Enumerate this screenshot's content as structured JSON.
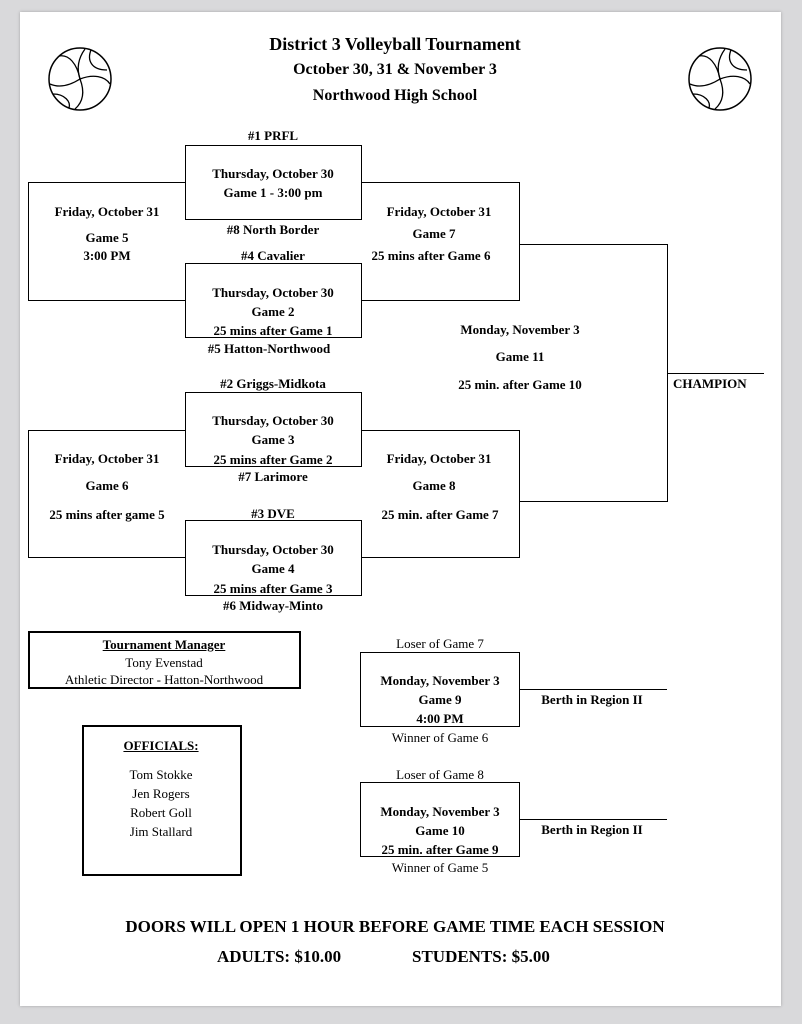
{
  "header": {
    "title": "District 3 Volleyball Tournament",
    "dates": "October 30, 31 & November 3",
    "location": "Northwood High School"
  },
  "teams": {
    "seed1": "#1 PRFL",
    "seed8": "#8 North Border",
    "seed4": "#4 Cavalier",
    "seed5": "#5 Hatton-Northwood",
    "seed2": "#2 Griggs-Midkota",
    "seed7": "#7 Larimore",
    "seed3": "#3 DVE",
    "seed6": "#6 Midway-Minto"
  },
  "game1": {
    "day": "Thursday, October 30",
    "game": "Game 1 - 3:00 pm"
  },
  "game2": {
    "day": "Thursday, October 30",
    "game": "Game 2",
    "time": "25 mins after Game 1"
  },
  "game3": {
    "day": "Thursday, October 30",
    "game": "Game 3",
    "time": "25 mins after Game 2"
  },
  "game4": {
    "day": "Thursday, October 30",
    "game": "Game 4",
    "time": "25 mins after Game 3"
  },
  "game5": {
    "day": "Friday, October 31",
    "game": "Game 5",
    "time": "3:00 PM"
  },
  "game6": {
    "day": "Friday, October 31",
    "game": "Game 6",
    "time": "25 mins after game 5"
  },
  "game7": {
    "day": "Friday, October 31",
    "game": "Game 7",
    "time": "25 mins after Game 6"
  },
  "game8": {
    "day": "Friday, October 31",
    "game": "Game 8",
    "time": "25 min. after Game 7"
  },
  "game11": {
    "day": "Monday, November 3",
    "game": "Game 11",
    "time": "25 min. after Game 10"
  },
  "champion": "CHAMPION",
  "game9": {
    "top": "Loser of Game 7",
    "day": "Monday, November 3",
    "game": "Game 9",
    "time": "4:00 PM",
    "bottom": "Winner of Game 6",
    "result": "Berth in Region II"
  },
  "game10": {
    "top": "Loser of Game 8",
    "day": "Monday, November 3",
    "game": "Game 10",
    "time": "25 min. after Game 9",
    "bottom": "Winner of Game 5",
    "result": "Berth in Region II"
  },
  "manager": {
    "heading": "Tournament Manager",
    "name": "Tony Evenstad",
    "role": "Athletic Director - Hatton-Northwood"
  },
  "officials": {
    "heading": "OFFICIALS:",
    "names": [
      "Tom Stokke",
      "Jen Rogers",
      "Robert Goll",
      "Jim Stallard"
    ]
  },
  "footer": {
    "doors": "DOORS WILL OPEN 1 HOUR BEFORE GAME TIME EACH SESSION",
    "adults": "ADULTS:  $10.00",
    "students": "STUDENTS:  $5.00"
  }
}
